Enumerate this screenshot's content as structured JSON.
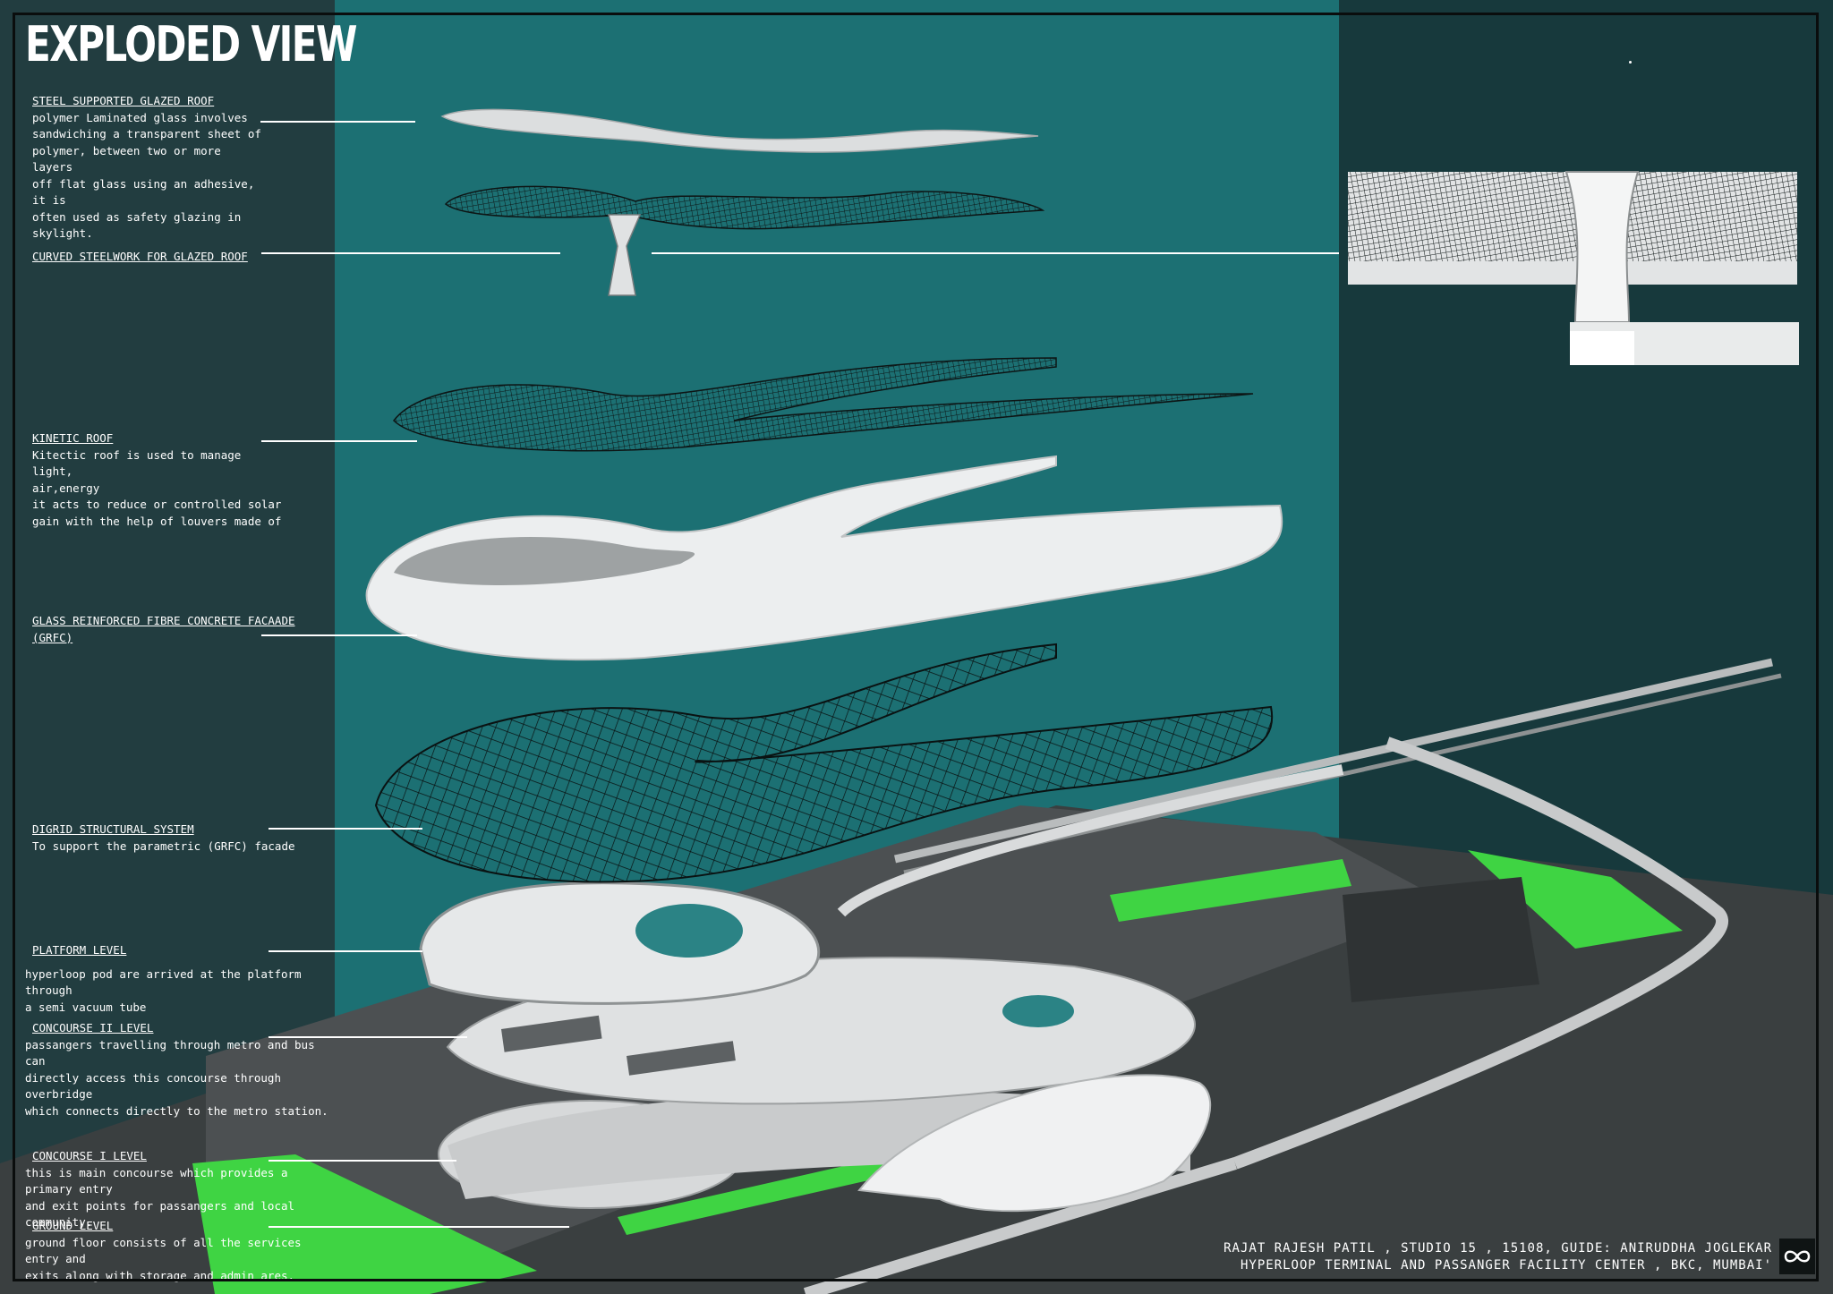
{
  "title": "EXPLODED VIEW",
  "annotations": [
    {
      "heading": "STEEL SUPPORTED GLAZED ROOF",
      "body": "polymer Laminated glass involves\nsandwiching a transparent sheet of\npolymer, between two or more layers\noff flat glass using an adhesive, it is\noften used as safety glazing in\nskylight."
    },
    {
      "heading": "CURVED STEELWORK FOR GLAZED ROOF",
      "body": ""
    },
    {
      "heading": "KINETIC ROOF",
      "body": "Kitectic roof is used to manage light,\nair,energy\nit acts to reduce or controlled solar\ngain with the help of louvers made of"
    },
    {
      "heading": "GLASS REINFORCED FIBRE CONCRETE FACAADE (GRFC)",
      "body": ""
    },
    {
      "heading": "DIGRID STRUCTURAL SYSTEM",
      "body": "To support the parametric (GRFC) facade"
    },
    {
      "heading": "PLATFORM LEVEL",
      "body": "hyperloop pod are arrived at the platform through\na semi vacuum tube"
    },
    {
      "heading": "CONCOURSE II  LEVEL",
      "body": "passangers travelling through metro and bus can\ndirectly access this concourse through overbridge\nwhich connects directly to the metro station."
    },
    {
      "heading": "CONCOURSE I  LEVEL",
      "body": "this is main concourse which provides a primary entry\nand exit points for passangers and local community."
    },
    {
      "heading": "GROUND LEVEL",
      "body": "ground  floor consists of all the services entry and\nexits along with storage and admin ares."
    }
  ],
  "credits": {
    "line1": "RAJAT RAJESH PATIL , STUDIO 15 , 15108, GUIDE: ANIRUDDHA JOGLEKAR",
    "line2": "HYPERLOOP TERMINAL AND PASSANGER FACILITY CENTER , BKC, MUMBAI'"
  },
  "logo_icon": "infinity-icon",
  "colors": {
    "left_panel": "#223d40",
    "mid_panel": "#1c7073",
    "right_panel": "#17393c",
    "landscape_green": "#3fd443",
    "text": "#ffffff"
  }
}
